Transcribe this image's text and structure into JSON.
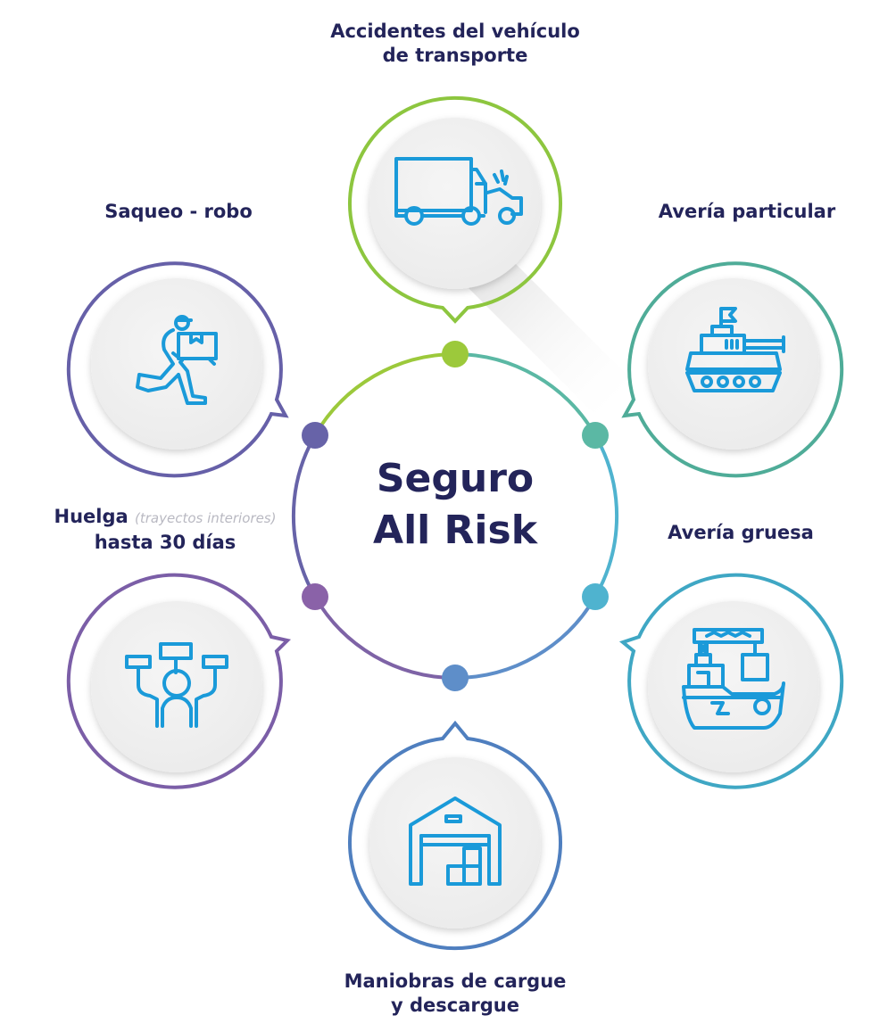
{
  "center": {
    "title_line1": "Seguro",
    "title_line2": "All Risk",
    "ring_colors": [
      "#9cc93b",
      "#5bb8a4",
      "#4fb3cf",
      "#5e8ec9",
      "#7e63a6",
      "#6763a8"
    ]
  },
  "items": [
    {
      "id": "top",
      "label_line1": "Accidentes del vehículo",
      "label_line2": "de transporte",
      "icon": "truck-crash-icon",
      "color": "#8dc63f"
    },
    {
      "id": "upper-right",
      "label_line1": "Avería particular",
      "icon": "tank-icon",
      "color": "#4fac98"
    },
    {
      "id": "lower-right",
      "label_line1": "Avería gruesa",
      "icon": "damaged-ship-icon",
      "color": "#3fa7c4"
    },
    {
      "id": "bottom",
      "label_line1": "Maniobras de cargue",
      "label_line2": "y descargue",
      "icon": "warehouse-icon",
      "color": "#4f7fbf"
    },
    {
      "id": "lower-left",
      "label_line1": "Huelga",
      "label_sub": "(trayectos interiores)",
      "label_line2": "hasta 30 días",
      "icon": "protest-icon",
      "color": "#7b5ea7"
    },
    {
      "id": "upper-left",
      "label_line1": "Saqueo - robo",
      "icon": "thief-running-icon",
      "color": "#6660a8"
    }
  ],
  "icon_color": "#1a9ad9"
}
